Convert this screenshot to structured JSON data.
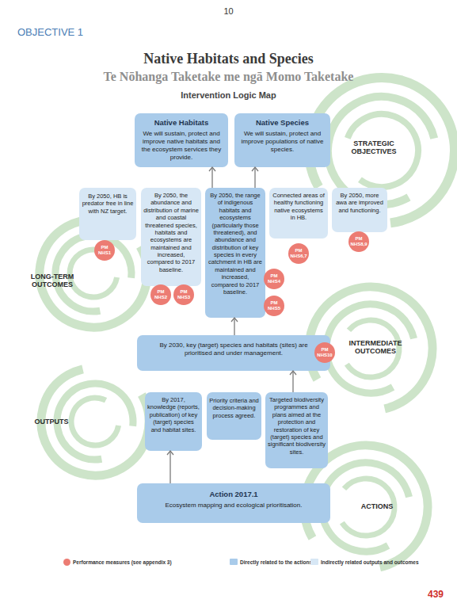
{
  "diagram": {
    "title": "Native Habitats and Species",
    "nodes": [
      {
        "text": [
          "Native Habitats",
          "We will sustain, protect and improve native habitats and the ecosystem services they provide."
        ]
      },
      {
        "text": [
          "Native Species",
          "We will sustain, protect and improve populations of native species."
        ]
      },
      {
        "text": [
          "By 2050, HB is predator free in line with NZ target."
        ]
      },
      {
        "text": [
          "PM NHS1"
        ]
      },
      {
        "text": [
          "By 2050, the abundance and distribution of marine and coastal threatened species, habitats and ecosystems are maintained and increased, compared to 2017 baseline."
        ]
      },
      {
        "text": [
          "PM NHS2"
        ]
      },
      {
        "text": [
          "PM NHS3"
        ]
      },
      {
        "text": [
          "By 2050, the range of indigenous habitats and ecosystems (particularly those threatened), and abundance and distribution of key species in every catchment in HB are maintained and increased, compared to 2017 baseline."
        ]
      },
      {
        "text": [
          "PM NHS4"
        ]
      },
      {
        "text": [
          "PM NHS5"
        ]
      },
      {
        "text": [
          "Connected areas of healthy functioning native ecosystems in HB."
        ]
      },
      {
        "text": [
          "PM NHS6,7"
        ]
      },
      {
        "text": [
          "By 2050, more awa are improved and functioning."
        ]
      },
      {
        "text": [
          "PM NHS8,9"
        ]
      },
      {
        "text": [
          "By 2030, key (target) species and habitats (sites) are prioritised and under management."
        ]
      },
      {
        "text": [
          "PM NHS10"
        ]
      },
      {
        "text": [
          "By 2017, knowledge (reports, publication) of key (target) species and habitat sites."
        ]
      },
      {
        "text": [
          "Priority criteria and decision-making process agreed."
        ]
      },
      {
        "text": [
          "Targeted biodiversity programmes and plans aimed at the protection and restoration of key (target) species and significant biodiversity sites."
        ]
      },
      {
        "text": [
          "Action 2017.1",
          "Ecosystem mapping and ecological prioritisation."
        ]
      }
    ],
    "edges": [
      {
        "from": 7,
        "to": 0,
        "arrow": "to"
      },
      {
        "from": 7,
        "to": 1,
        "arrow": "to"
      },
      {
        "from": 14,
        "to": 7,
        "arrow": "to"
      },
      {
        "from": 18,
        "to": 14,
        "arrow": "to"
      },
      {
        "from": 19,
        "to": 16,
        "arrow": "to"
      }
    ],
    "labels": [
      "10",
      "OBJECTIVE 1",
      "Te Nōhanga Taketake me ngā Momo Taketake",
      "Intervention Logic Map",
      "STRATEGIC OBJECTIVES",
      "LONG-TERM OUTCOMES",
      "INTERMEDIATE OUTCOMES",
      "OUTPUTS",
      "ACTIONS",
      "439"
    ],
    "legend": [
      {
        "text": "Performance measures (see appendix 3)",
        "color": "#ec7c73"
      },
      {
        "text": "Directly related to the actions",
        "color": "#a9cbea"
      },
      {
        "text": "Indirectly related outputs and outcomes",
        "color": "#d7e7f5"
      }
    ]
  }
}
